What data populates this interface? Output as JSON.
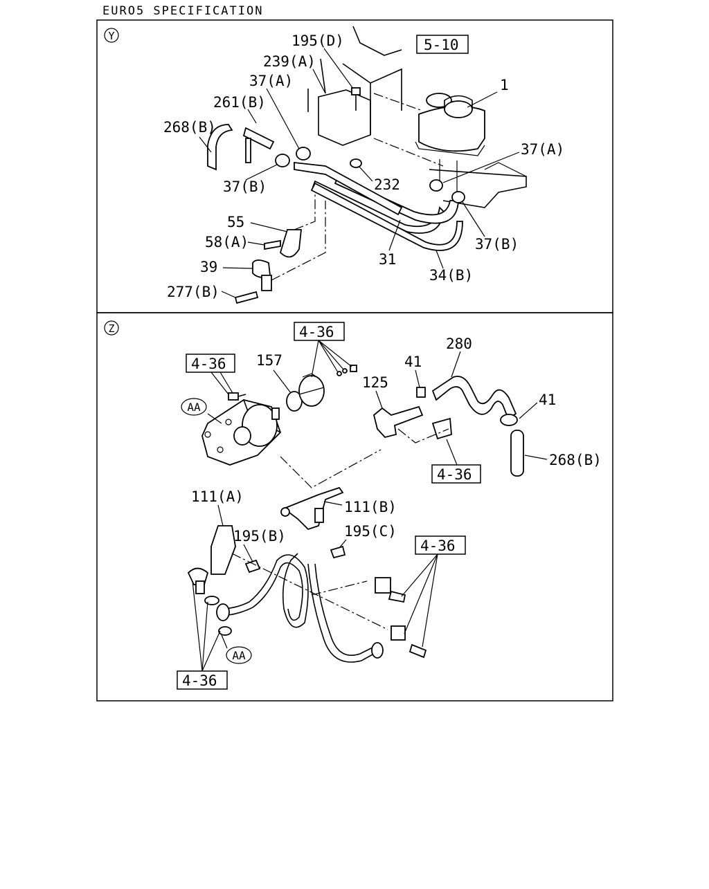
{
  "header": {
    "title": "EURO5 SPECIFICATION"
  },
  "panels": {
    "y": {
      "marker": "Y",
      "ref": "5-10",
      "callouts": {
        "c195d": "195(D)",
        "c239a": "239(A)",
        "c37a_top": "37(A)",
        "c261b": "261(B)",
        "c268b": "268(B)",
        "c1": "1",
        "c37a_right": "37(A)",
        "c37b_left": "37(B)",
        "c232": "232",
        "c55": "55",
        "c58a": "58(A)",
        "c39": "39",
        "c277b": "277(B)",
        "c31": "31",
        "c34b": "34(B)",
        "c37b_right": "37(B)"
      }
    },
    "z": {
      "marker": "Z",
      "refs": {
        "r1": "4-36",
        "r2": "4-36",
        "r3": "4-36",
        "r4": "4-36",
        "r5": "4-36"
      },
      "callouts": {
        "c157": "157",
        "c125": "125",
        "c41a": "41",
        "c280": "280",
        "c41b": "41",
        "c268b": "268(B)",
        "aa1": "AA",
        "aa2": "AA",
        "c111a": "111(A)",
        "c111b": "111(B)",
        "c195b": "195(B)",
        "c195c": "195(C)"
      }
    }
  }
}
